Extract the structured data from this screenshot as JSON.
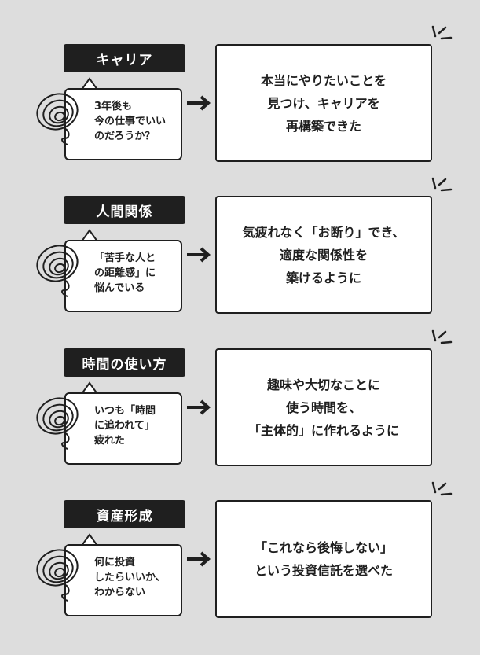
{
  "rows": [
    {
      "label": "キャリア",
      "worry": [
        "3年後も",
        "今の仕事でいい",
        "のだろうか？"
      ],
      "answer": [
        "本当にやりたいことを",
        "見つけ、キャリアを",
        "再構築できた"
      ]
    },
    {
      "label": "人間関係",
      "worry": [
        "「苦手な人と",
        "の距離感」に",
        "悩んでいる"
      ],
      "answer": [
        "気疲れなく「お断り」でき、",
        "適度な関係性を",
        "築けるように"
      ]
    },
    {
      "label": "時間の使い方",
      "worry": [
        "いつも「時間",
        "に追われて」",
        "疲れた"
      ],
      "answer": [
        "趣味や大切なことに",
        "使う時間を、",
        "「主体的」に作れるように"
      ]
    },
    {
      "label": "資産形成",
      "worry": [
        "何に投資",
        "したらいいか、",
        "わからない"
      ],
      "answer": [
        "「これなら後悔しない」",
        "という投資信託を選べた"
      ]
    }
  ]
}
